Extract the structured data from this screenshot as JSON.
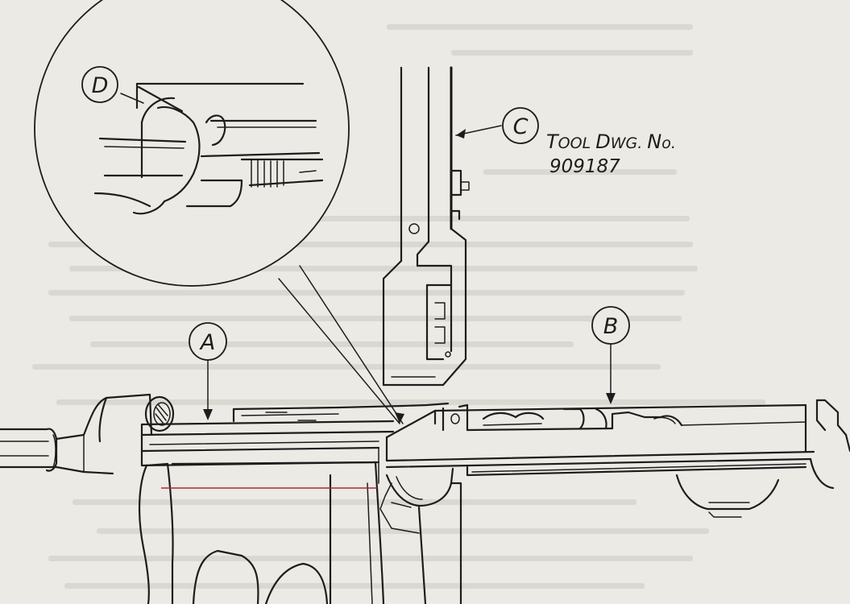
{
  "callouts": {
    "a": "A",
    "b": "B",
    "c": "C",
    "d": "D"
  },
  "tool_note": {
    "prefix_big": "T",
    "prefix_small": "OOL ",
    "dwg_big": "D",
    "dwg_small": "WG. ",
    "no_big": "N",
    "no_small": "o.",
    "number": "909187"
  },
  "colors": {
    "paper": "#ebeae4",
    "ink": "#1d1d1d",
    "stock_line": "#b0243a"
  }
}
